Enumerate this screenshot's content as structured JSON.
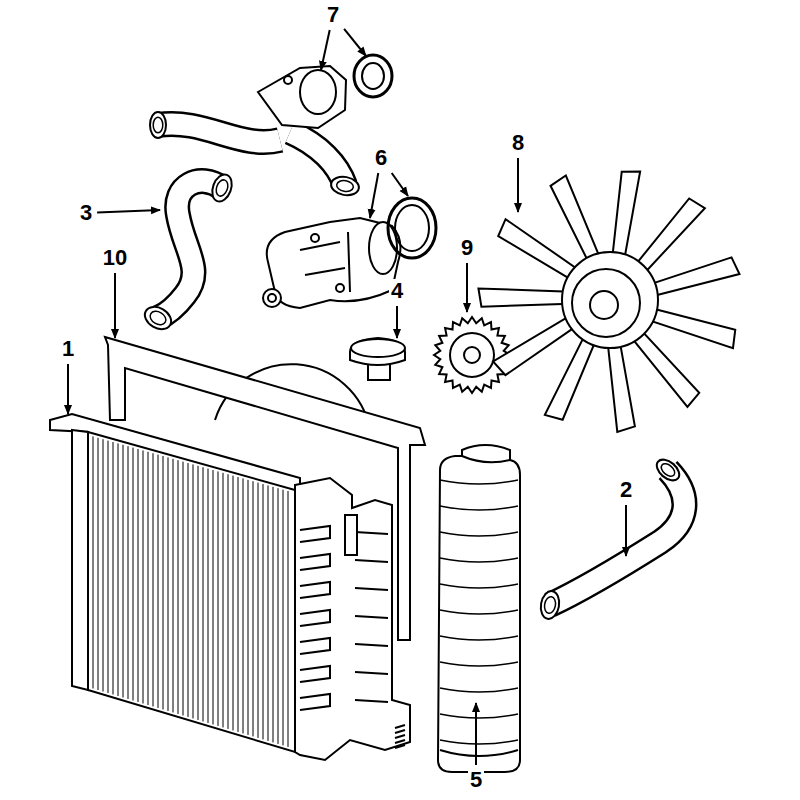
{
  "diagram": {
    "labels": [
      "7",
      "8",
      "6",
      "3",
      "9",
      "10",
      "4",
      "1",
      "2",
      "5"
    ]
  }
}
